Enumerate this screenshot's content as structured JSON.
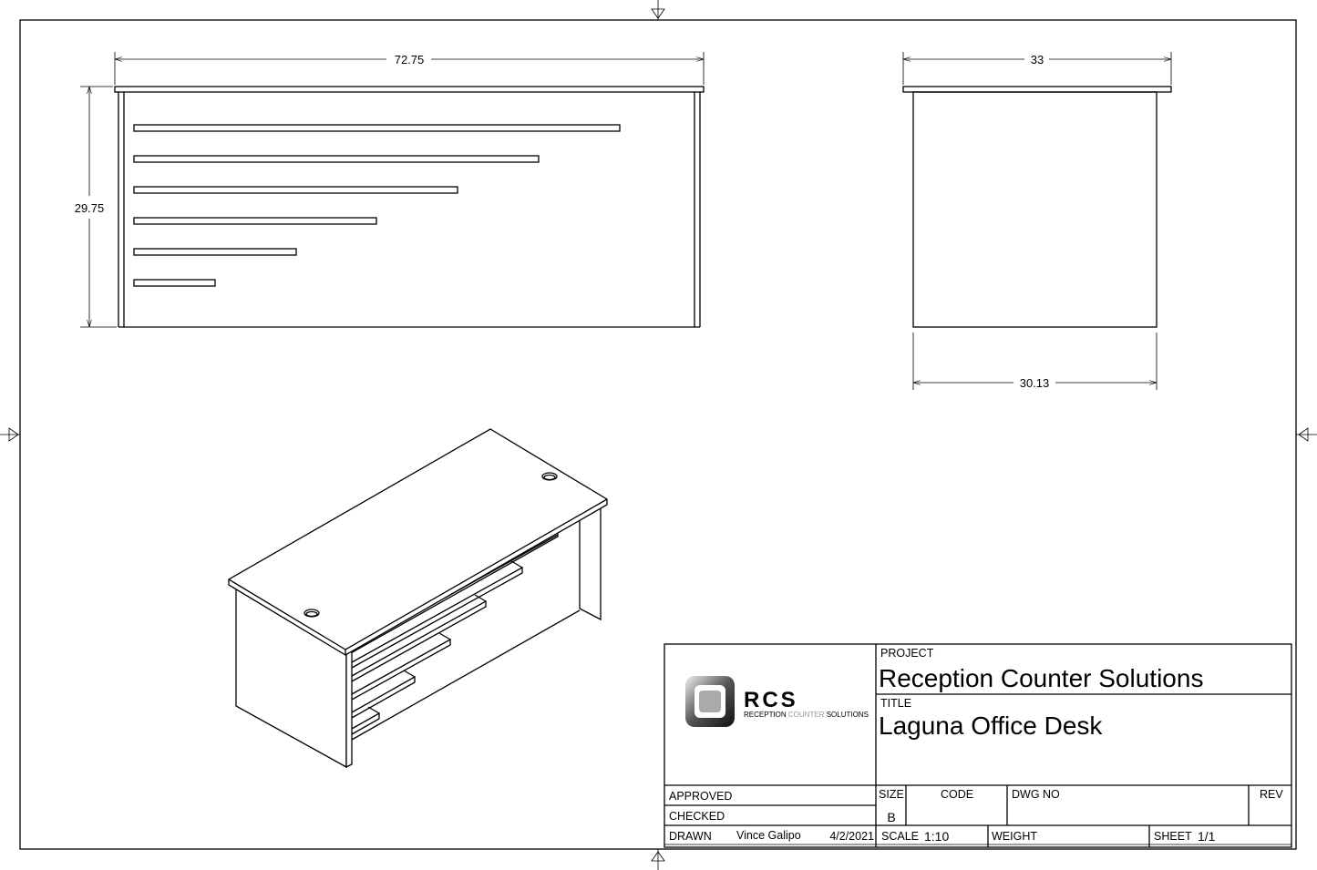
{
  "dimensions": {
    "front_width": "72.75",
    "front_height": "29.75",
    "side_top_depth": "33",
    "side_base_depth": "30.13"
  },
  "logo": {
    "mark": "RCS",
    "tagline_a": "RECEPTION ",
    "tagline_b": "COUNTER",
    "tagline_c": " SOLUTIONS"
  },
  "title_block": {
    "project_label": "PROJECT",
    "project": "Reception Counter Solutions",
    "title_label": "TITLE",
    "title": "Laguna Office Desk",
    "approved_label": "APPROVED",
    "checked_label": "CHECKED",
    "drawn_label": "DRAWN",
    "drawn_by": "Vince Galipo",
    "drawn_date": "4/2/2021",
    "size_label": "SIZE",
    "size": "B",
    "code_label": "CODE",
    "dwg_no_label": "DWG NO",
    "rev_label": "REV",
    "scale_label": "SCALE",
    "scale": "1:10",
    "weight_label": "WEIGHT",
    "sheet_label": "SHEET",
    "sheet": "1/1"
  }
}
